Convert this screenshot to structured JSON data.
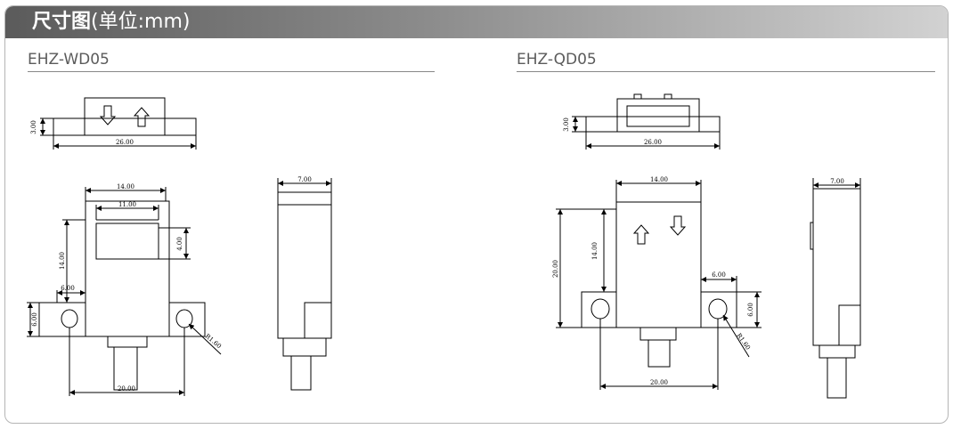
{
  "header": {
    "title_bold": "尺寸图",
    "title_unit": "(单位:mm)"
  },
  "models": [
    {
      "name": "EHZ-WD05",
      "dimensions": {
        "top_height": "3.00",
        "top_width": "26.00",
        "body_width": "14.00",
        "window_width": "11.00",
        "window_height": "4.00",
        "body_height": "14.00",
        "tab_width": "6.00",
        "tab_height": "6.00",
        "hole_radius": "R1.60",
        "hole_spacing": "20.00",
        "side_depth": "7.00"
      }
    },
    {
      "name": "EHZ-QD05",
      "dimensions": {
        "top_height": "3.00",
        "top_width": "26.00",
        "body_width": "14.00",
        "total_height": "20.00",
        "body_height": "14.00",
        "tab_width": "6.00",
        "tab_height": "6.00",
        "hole_radius": "R1.60",
        "hole_spacing": "20.00",
        "side_depth": "7.00"
      }
    }
  ]
}
